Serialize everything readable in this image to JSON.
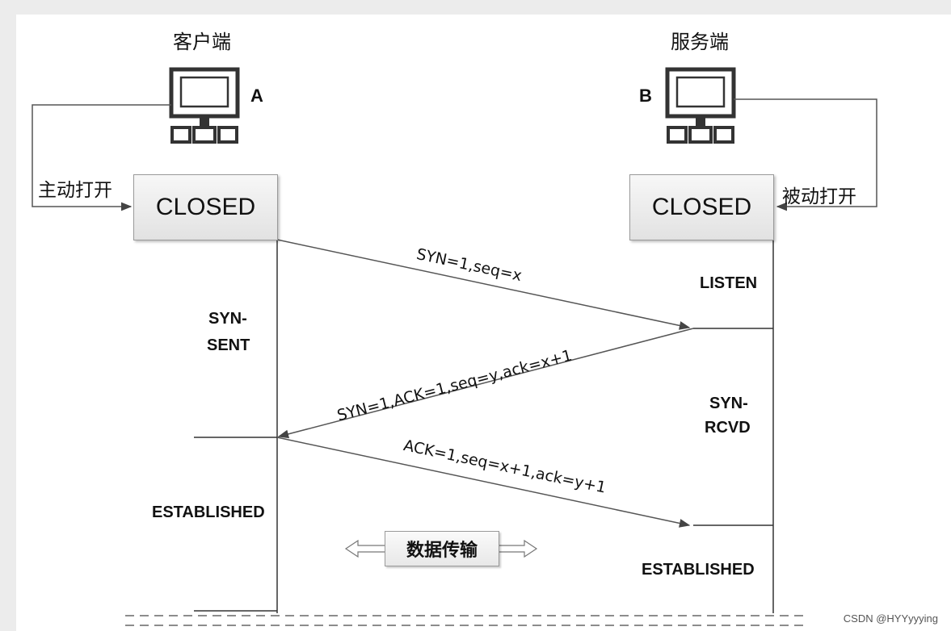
{
  "client": {
    "title": "客户端",
    "label": "A",
    "open": "主动打开",
    "state0": "CLOSED"
  },
  "server": {
    "title": "服务端",
    "label": "B",
    "open": "被动打开",
    "state0": "CLOSED"
  },
  "states": {
    "listen": "LISTEN",
    "syn_sent_1": "SYN-",
    "syn_sent_2": "SENT",
    "syn_rcvd_1": "SYN-",
    "syn_rcvd_2": "RCVD",
    "client_established": "ESTABLISHED",
    "server_established": "ESTABLISHED"
  },
  "messages": {
    "m1": "SYN=1,seq=x",
    "m2": "SYN=1,ACK=1,seq=y,ack=x+1",
    "m3": "ACK=1,seq=x+1,ack=y+1"
  },
  "data_transfer": "数据传输",
  "watermark": "CSDN @HYYyyying",
  "colors": {
    "line": "#555555",
    "box_border": "#9a9a9a"
  }
}
